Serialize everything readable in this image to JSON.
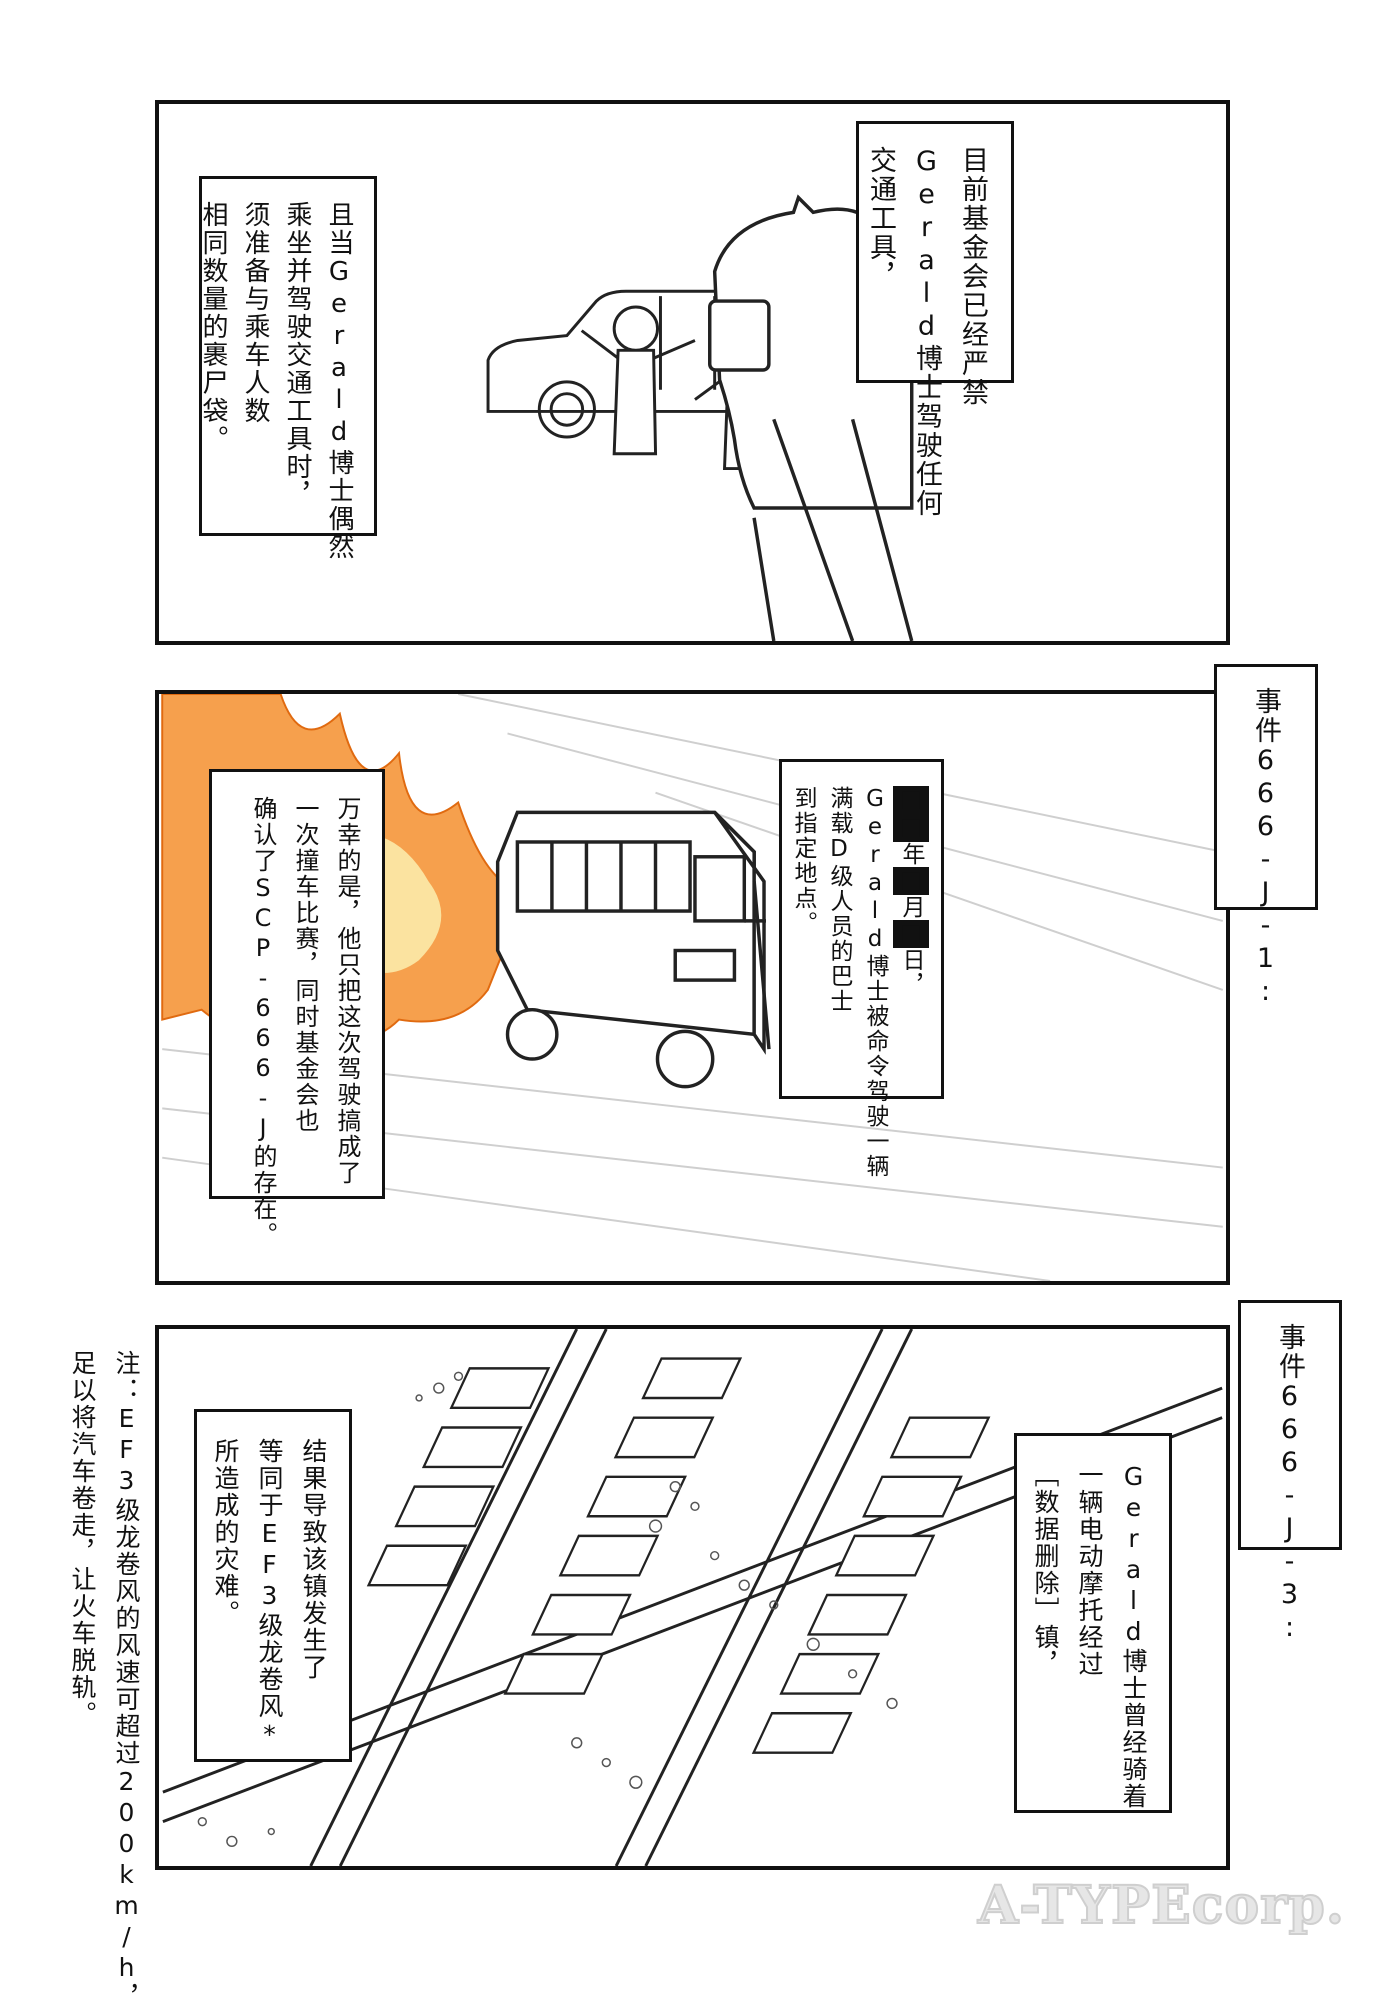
{
  "panel1": {
    "caption_right": [
      "目前基金会已经严禁",
      "Gerald博士驾驶任何",
      "交通工具，"
    ],
    "caption_left": [
      "且当Gerald博士偶然",
      "乘坐并驾驶交通工具时，",
      "须准备与乘车人数",
      "相同数量的裹尸袋。"
    ]
  },
  "panel2": {
    "event_label": "事件666-J-1:",
    "caption_right": {
      "line1_parts": [
        "年",
        "月",
        "日，"
      ],
      "line2": "Gerald博士被命令驾驶一辆",
      "line3": "满载D级人员的巴士",
      "line4": "到指定地点。"
    },
    "caption_left": [
      "万幸的是，他只把这次驾驶搞成了",
      "一次撞车比赛，同时基金会也",
      "确认了SCP-666-J的存在。"
    ]
  },
  "panel3": {
    "event_label": "事件666-J-3:",
    "caption_right": [
      "Gerald博士曾经骑着",
      "一辆电动摩托经过",
      "［数据删除］镇，"
    ],
    "caption_left": [
      "结果导致该镇发生了",
      "等同于EF3级龙卷风*",
      "所造成的灾难。"
    ]
  },
  "footnote": [
    "注：EF3级龙卷风的风速可超过200km/h，",
    "足以将汽车卷走，让火车脱轨。"
  ],
  "watermark": "A-TYPEcorp."
}
